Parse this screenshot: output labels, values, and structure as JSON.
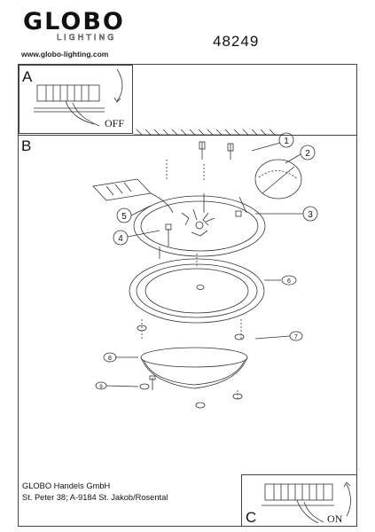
{
  "brand": {
    "name": "GLOBO",
    "sub": "LIGHTING",
    "url": "www.globo-lighting.com"
  },
  "article_number": "48249",
  "sections": {
    "a": "A",
    "b": "B",
    "c": "C"
  },
  "switch_off_label": "OFF",
  "switch_on_label": "ON",
  "part_numbers": [
    "1",
    "2",
    "3",
    "4",
    "5",
    "6",
    "7",
    "8",
    "9"
  ],
  "company": {
    "name": "GLOBO Handels GmbH",
    "address": "St. Peter 38; A-9184 St. Jakob/Rosental"
  }
}
